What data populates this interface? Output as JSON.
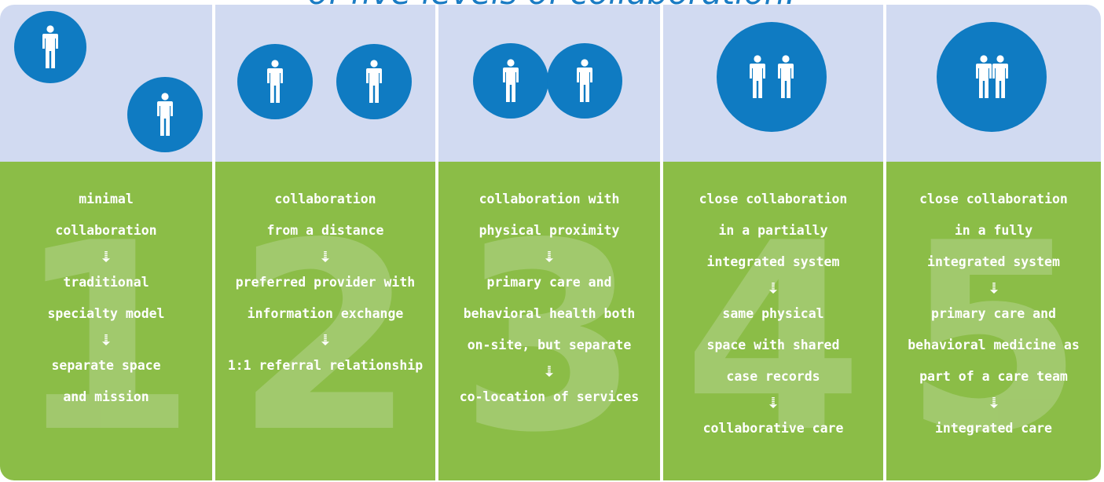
{
  "heading": "of five levels of collaboration:",
  "colors": {
    "header_bg": "#d1daf1",
    "body_bg": "#8bbd47",
    "numeral": "#a9cd7a",
    "circle": "#0f7bc2",
    "text": "#ffffff",
    "heading": "#1a7cc4"
  },
  "levels": [
    {
      "number": "1",
      "icon": "person-icon",
      "lines": [
        "minimal",
        "collaboration",
        "",
        "traditional",
        "specialty model",
        "",
        "separate space",
        "and mission"
      ]
    },
    {
      "number": "2",
      "icon": "person-icon",
      "lines": [
        "collaboration",
        "from a distance",
        "",
        "preferred provider with",
        "information exchange",
        "",
        "1:1 referral relationship"
      ]
    },
    {
      "number": "3",
      "icon": "person-icon",
      "lines": [
        "collaboration with",
        "physical proximity",
        "",
        "primary care and",
        "behavioral health both",
        "on-site, but separate",
        "",
        "co-location of services"
      ]
    },
    {
      "number": "4",
      "icon": "person-icon",
      "lines": [
        "close collaboration",
        "in a partially",
        "integrated system",
        "",
        "same physical",
        "space with shared",
        "case records",
        "",
        "collaborative care"
      ]
    },
    {
      "number": "5",
      "icon": "person-icon",
      "lines": [
        "close collaboration",
        "in a fully",
        "integrated system",
        "",
        "primary care and",
        "behavioral medicine as",
        "part of a care team",
        "",
        "integrated care"
      ]
    }
  ]
}
